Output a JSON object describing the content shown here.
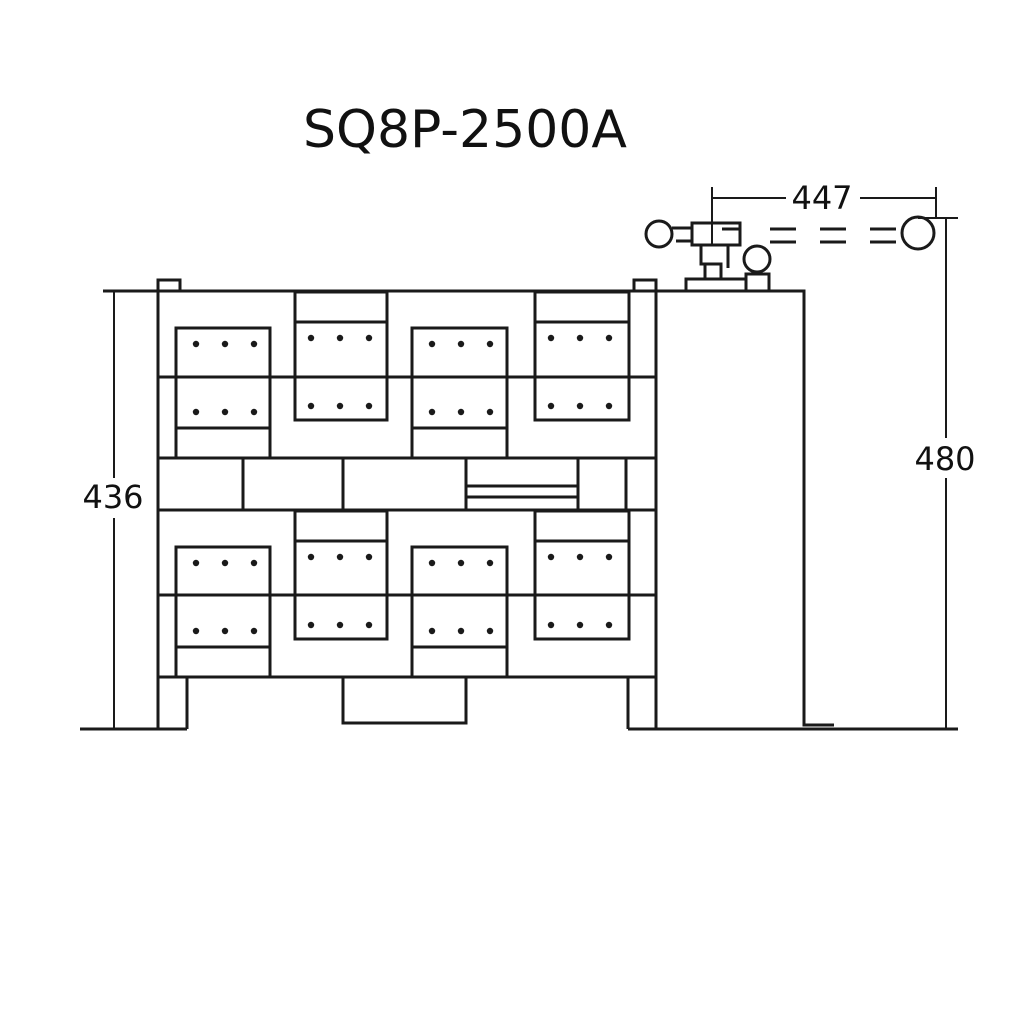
{
  "title": "SQ8P-2500A",
  "dimensions": {
    "height_left": "436",
    "height_right": "480",
    "width_top": "447"
  },
  "colors": {
    "line": "#1a1a1a",
    "background": "#ffffff"
  }
}
